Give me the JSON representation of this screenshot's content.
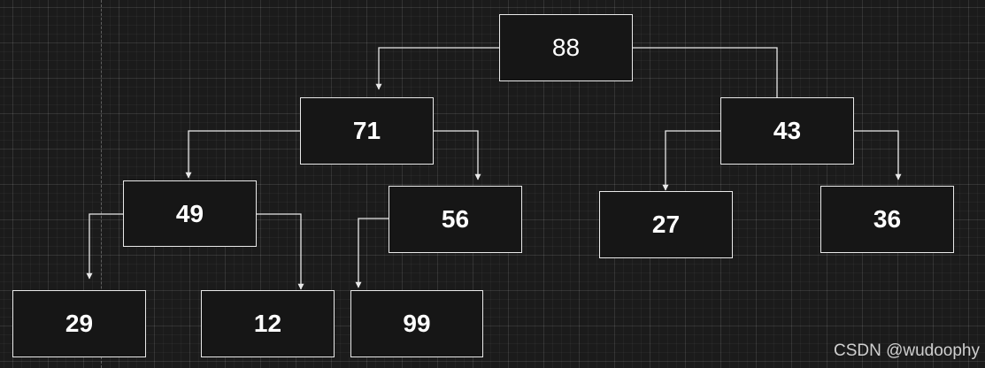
{
  "nodes": {
    "n88": "88",
    "n71": "71",
    "n43": "43",
    "n49": "49",
    "n56": "56",
    "n27": "27",
    "n36": "36",
    "n29": "29",
    "n12": "12",
    "n99": "99"
  },
  "edges": [
    {
      "from": "88",
      "to": "71"
    },
    {
      "from": "88",
      "to": "43"
    },
    {
      "from": "71",
      "to": "49"
    },
    {
      "from": "71",
      "to": "56"
    },
    {
      "from": "43",
      "to": "27"
    },
    {
      "from": "43",
      "to": "36"
    },
    {
      "from": "49",
      "to": "29"
    },
    {
      "from": "49",
      "to": "12"
    },
    {
      "from": "56",
      "to": "99"
    }
  ],
  "colors": {
    "background": "#1b1b1b",
    "node_border": "#e9e9e9",
    "node_fill": "#161616",
    "text": "#ffffff",
    "edge": "#e9e9e9"
  },
  "watermark": "CSDN @wudoophy"
}
